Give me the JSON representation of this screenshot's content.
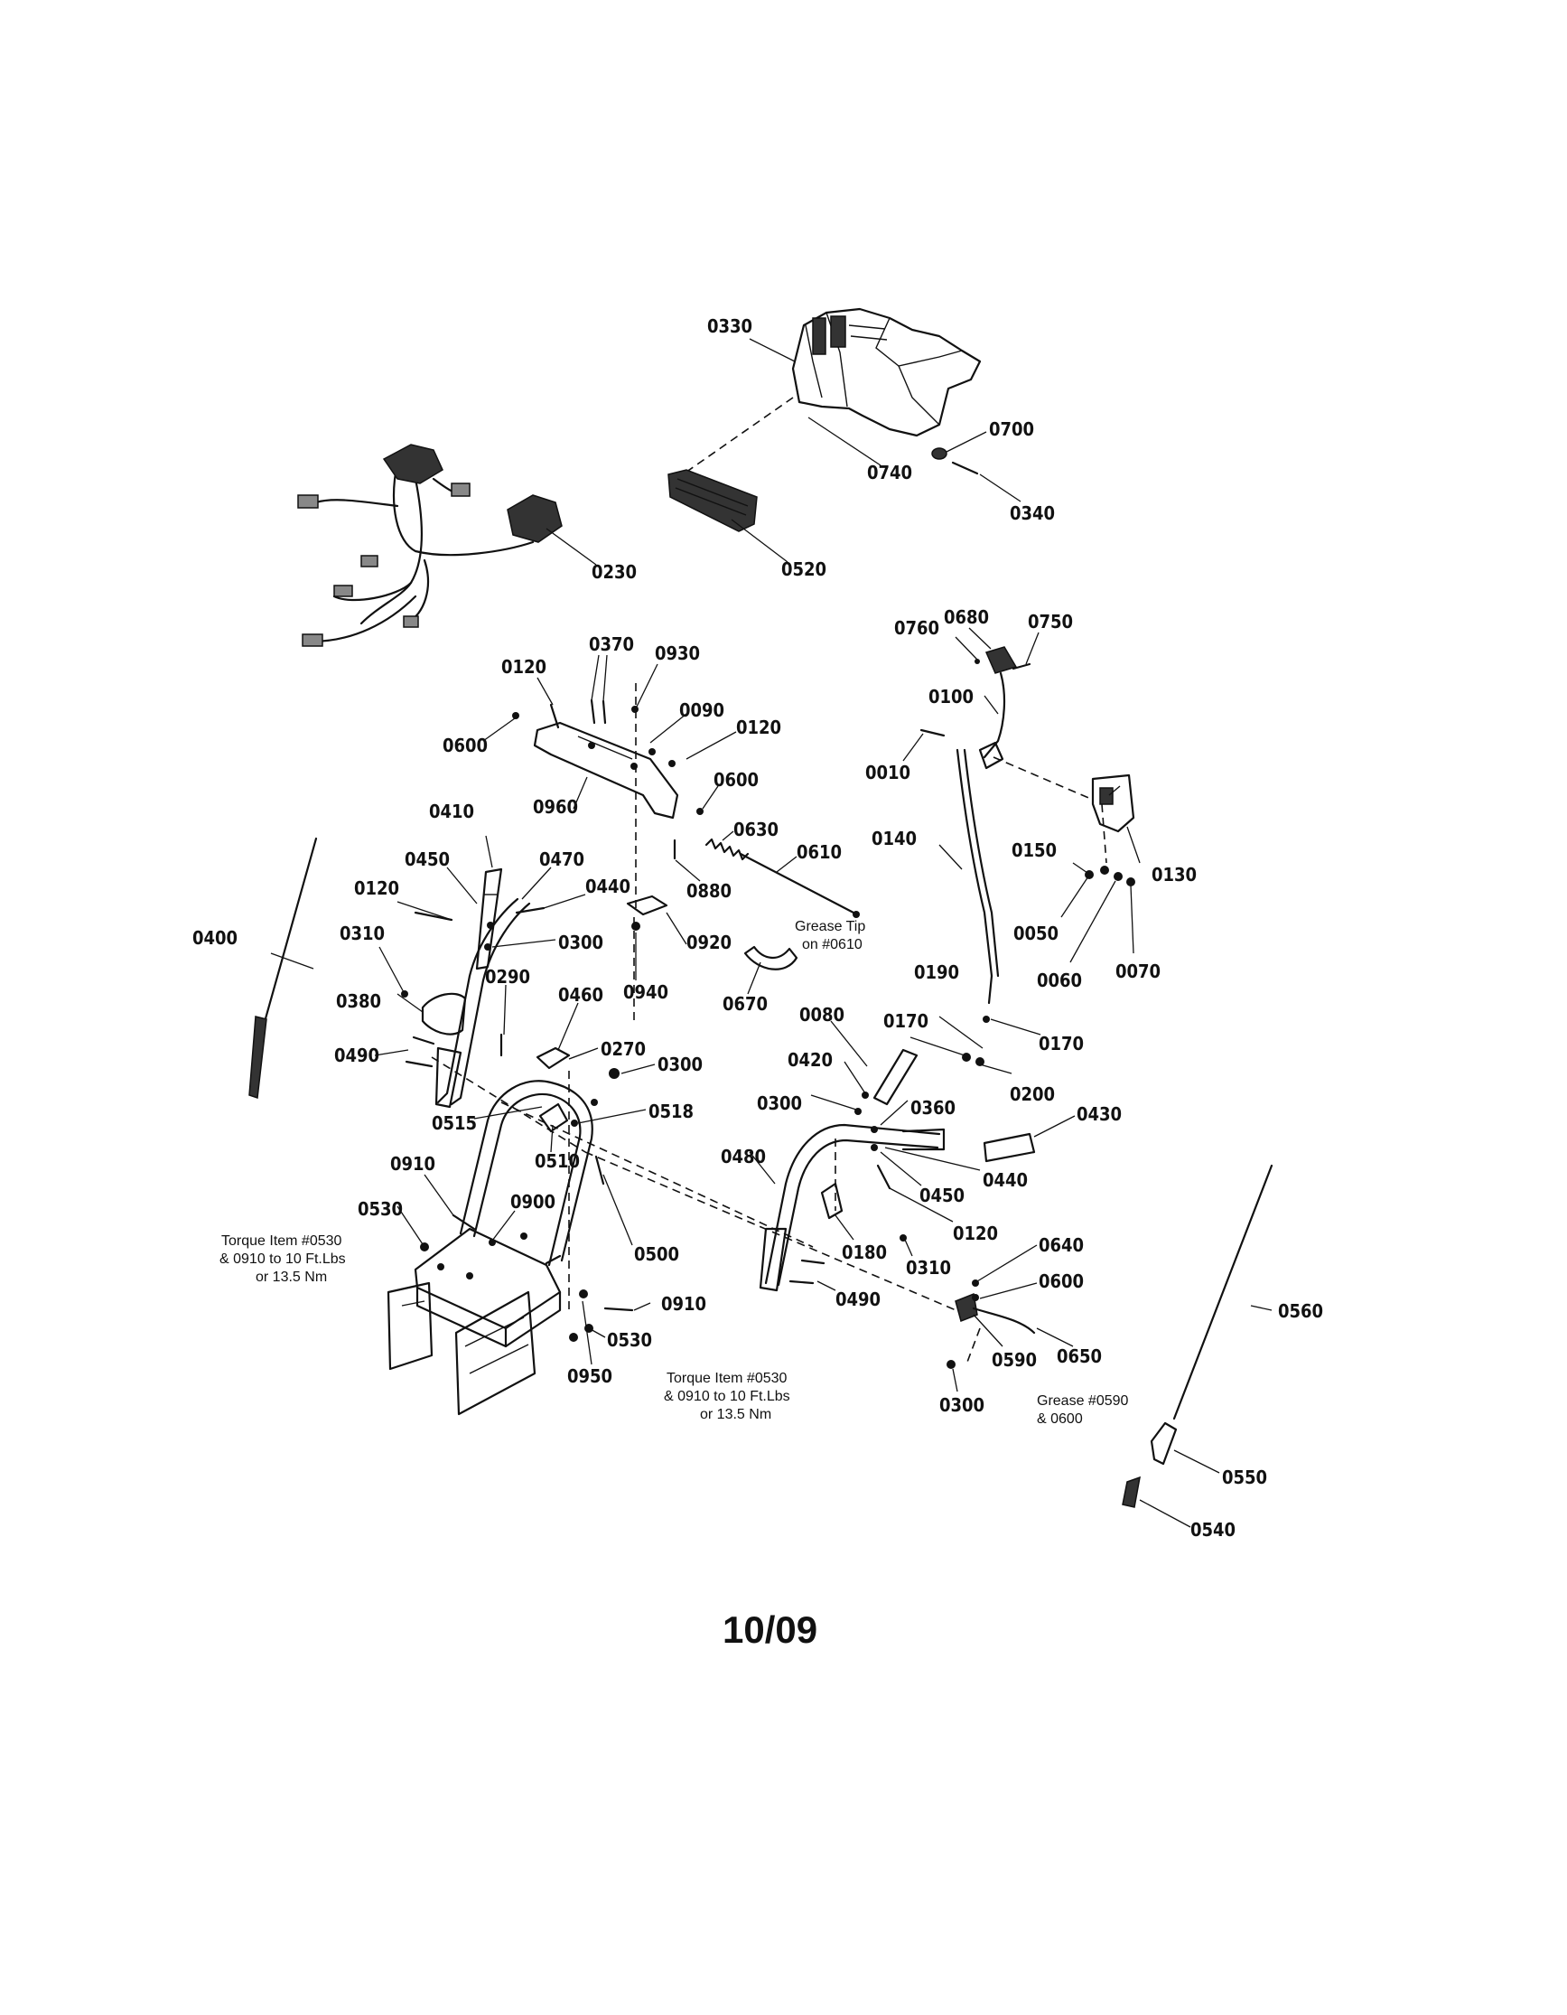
{
  "title": "10/09",
  "labels": {
    "p0330": "0330",
    "p0700": "0700",
    "p0740": "0740",
    "p0340": "0340",
    "p0520": "0520",
    "p0230": "0230",
    "p0120a": "0120",
    "p0370": "0370",
    "p0930": "0930",
    "p0090": "0090",
    "p0120b": "0120",
    "p0600a": "0600",
    "p0960": "0960",
    "p0600b": "0600",
    "p0630": "0630",
    "p0610": "0610",
    "p0880": "0880",
    "p0920": "0920",
    "p0940": "0940",
    "p0410": "0410",
    "p0450a": "0450",
    "p0470": "0470",
    "p0440a": "0440",
    "p0120c": "0120",
    "p0300a": "0300",
    "p0310a": "0310",
    "p0380": "0380",
    "p0400": "0400",
    "p0290": "0290",
    "p0460": "0460",
    "p0270": "0270",
    "p0490a": "0490",
    "p0300b": "0300",
    "p0515": "0515",
    "p0518": "0518",
    "p0510": "0510",
    "p0910a": "0910",
    "p0900": "0900",
    "p0530a": "0530",
    "p0500": "0500",
    "p0910b": "0910",
    "p0530b": "0530",
    "p0950": "0950",
    "p0680": "0680",
    "p0760": "0760",
    "p0750": "0750",
    "p0100": "0100",
    "p0010": "0010",
    "p0130": "0130",
    "p0140": "0140",
    "p0150": "0150",
    "p0050": "0050",
    "p0060": "0060",
    "p0070": "0070",
    "p0670": "0670",
    "p0190": "0190",
    "p0170a": "0170",
    "p0170b": "0170",
    "p0200": "0200",
    "p0080": "0080",
    "p0420": "0420",
    "p0300c": "0300",
    "p0360": "0360",
    "p0430": "0430",
    "p0480": "0480",
    "p0440b": "0440",
    "p0450b": "0450",
    "p0120d": "0120",
    "p0180": "0180",
    "p0310b": "0310",
    "p0490b": "0490",
    "p0640": "0640",
    "p0600c": "0600",
    "p0560": "0560",
    "p0590": "0590",
    "p0650": "0650",
    "p0300d": "0300",
    "p0550": "0550",
    "p0540": "0540"
  },
  "notes": {
    "grease_tip_1": "Grease Tip",
    "grease_tip_2": "on #0610",
    "torque_left_1": "Torque Item #0530",
    "torque_left_2": "& 0910 to 10 Ft.Lbs",
    "torque_left_3": "or 13.5 Nm",
    "torque_mid_1": "Torque Item #0530",
    "torque_mid_2": "& 0910 to 10 Ft.Lbs",
    "torque_mid_3": "or 13.5 Nm",
    "grease_0590_1": "Grease #0590",
    "grease_0590_2": "& 0600"
  }
}
